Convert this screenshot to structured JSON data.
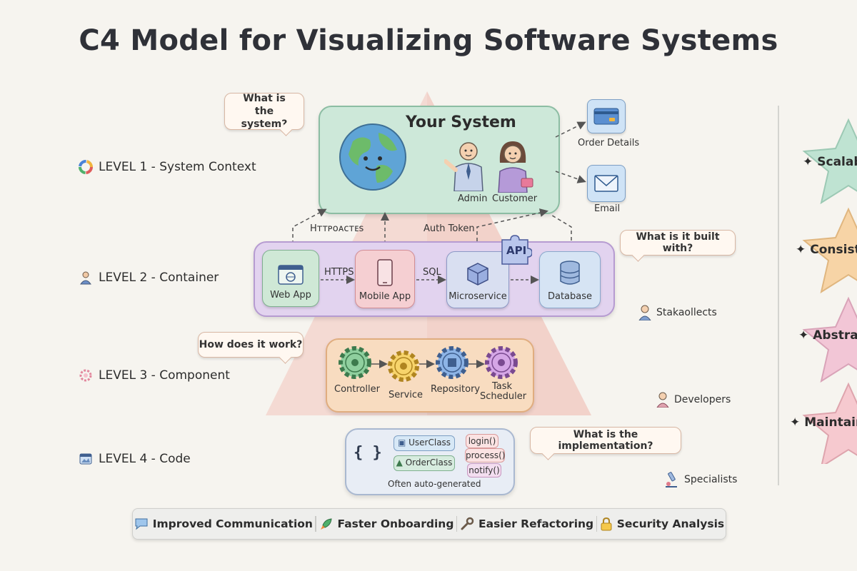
{
  "title": "C4 Model for Visualizing Software Systems",
  "questions": {
    "q1": "What is the system?",
    "q2": "What is it built with?",
    "q3": "How does it work?",
    "q4": "What is the implementation?"
  },
  "levels": [
    {
      "label": "LEVEL 1 - System Context",
      "icon": "color-wheel-icon"
    },
    {
      "label": "LEVEL 2 - Container",
      "icon": "person-icon"
    },
    {
      "label": "LEVEL 3 - Component",
      "icon": "gear-icon"
    },
    {
      "label": "LEVEL 4 - Code",
      "icon": "window-icon"
    }
  ],
  "system": {
    "title": "Your System",
    "admin": "Admin",
    "customer": "Customer"
  },
  "externals": {
    "order_details": "Order Details",
    "email": "Email"
  },
  "edges": {
    "left": "Hᴛᴛᴩᴏᴀcᴛᴇs",
    "auth": "Auth Token",
    "https": "HTTPS",
    "sql": "SQL",
    "api": "API"
  },
  "containers": [
    {
      "label": "Web App"
    },
    {
      "label": "Mobile App"
    },
    {
      "label": "Microservice"
    },
    {
      "label": "Database"
    }
  ],
  "components": [
    {
      "label": "Controller"
    },
    {
      "label": "Service"
    },
    {
      "label": "Repository"
    },
    {
      "label": "Task Scheduler"
    }
  ],
  "code": {
    "braces": "{ }",
    "classes": [
      "UserClass",
      "OrderClass"
    ],
    "methods": [
      "login()",
      "process()",
      "notify()"
    ],
    "note": "Often auto-generated"
  },
  "roles": {
    "stakeholders": "Stakaollects",
    "developers": "Developers",
    "specialists": "Specialists"
  },
  "benefits": [
    {
      "label": "Improved Communication",
      "icon": "speech-bubble-icon"
    },
    {
      "label": "Faster Onboarding",
      "icon": "rocket-icon"
    },
    {
      "label": "Easier Refactoring",
      "icon": "wrench-icon"
    },
    {
      "label": "Security Analysis",
      "icon": "lock-icon"
    }
  ],
  "stars": [
    {
      "label": "Scalab",
      "color": "#bfe3d2"
    },
    {
      "label": "Consist",
      "color": "#f7d4a6"
    },
    {
      "label": "Abstra",
      "color": "#f2c6d6"
    },
    {
      "label": "Maintain",
      "color": "#f6c9cf"
    }
  ],
  "colors": {
    "pyramid": "#f2cfc7",
    "level1_panel": "#cfe9dc",
    "level2_panel": "#e1d3ef",
    "level3_panel": "#f8dcc0",
    "level4_panel": "#e7ecf4"
  }
}
